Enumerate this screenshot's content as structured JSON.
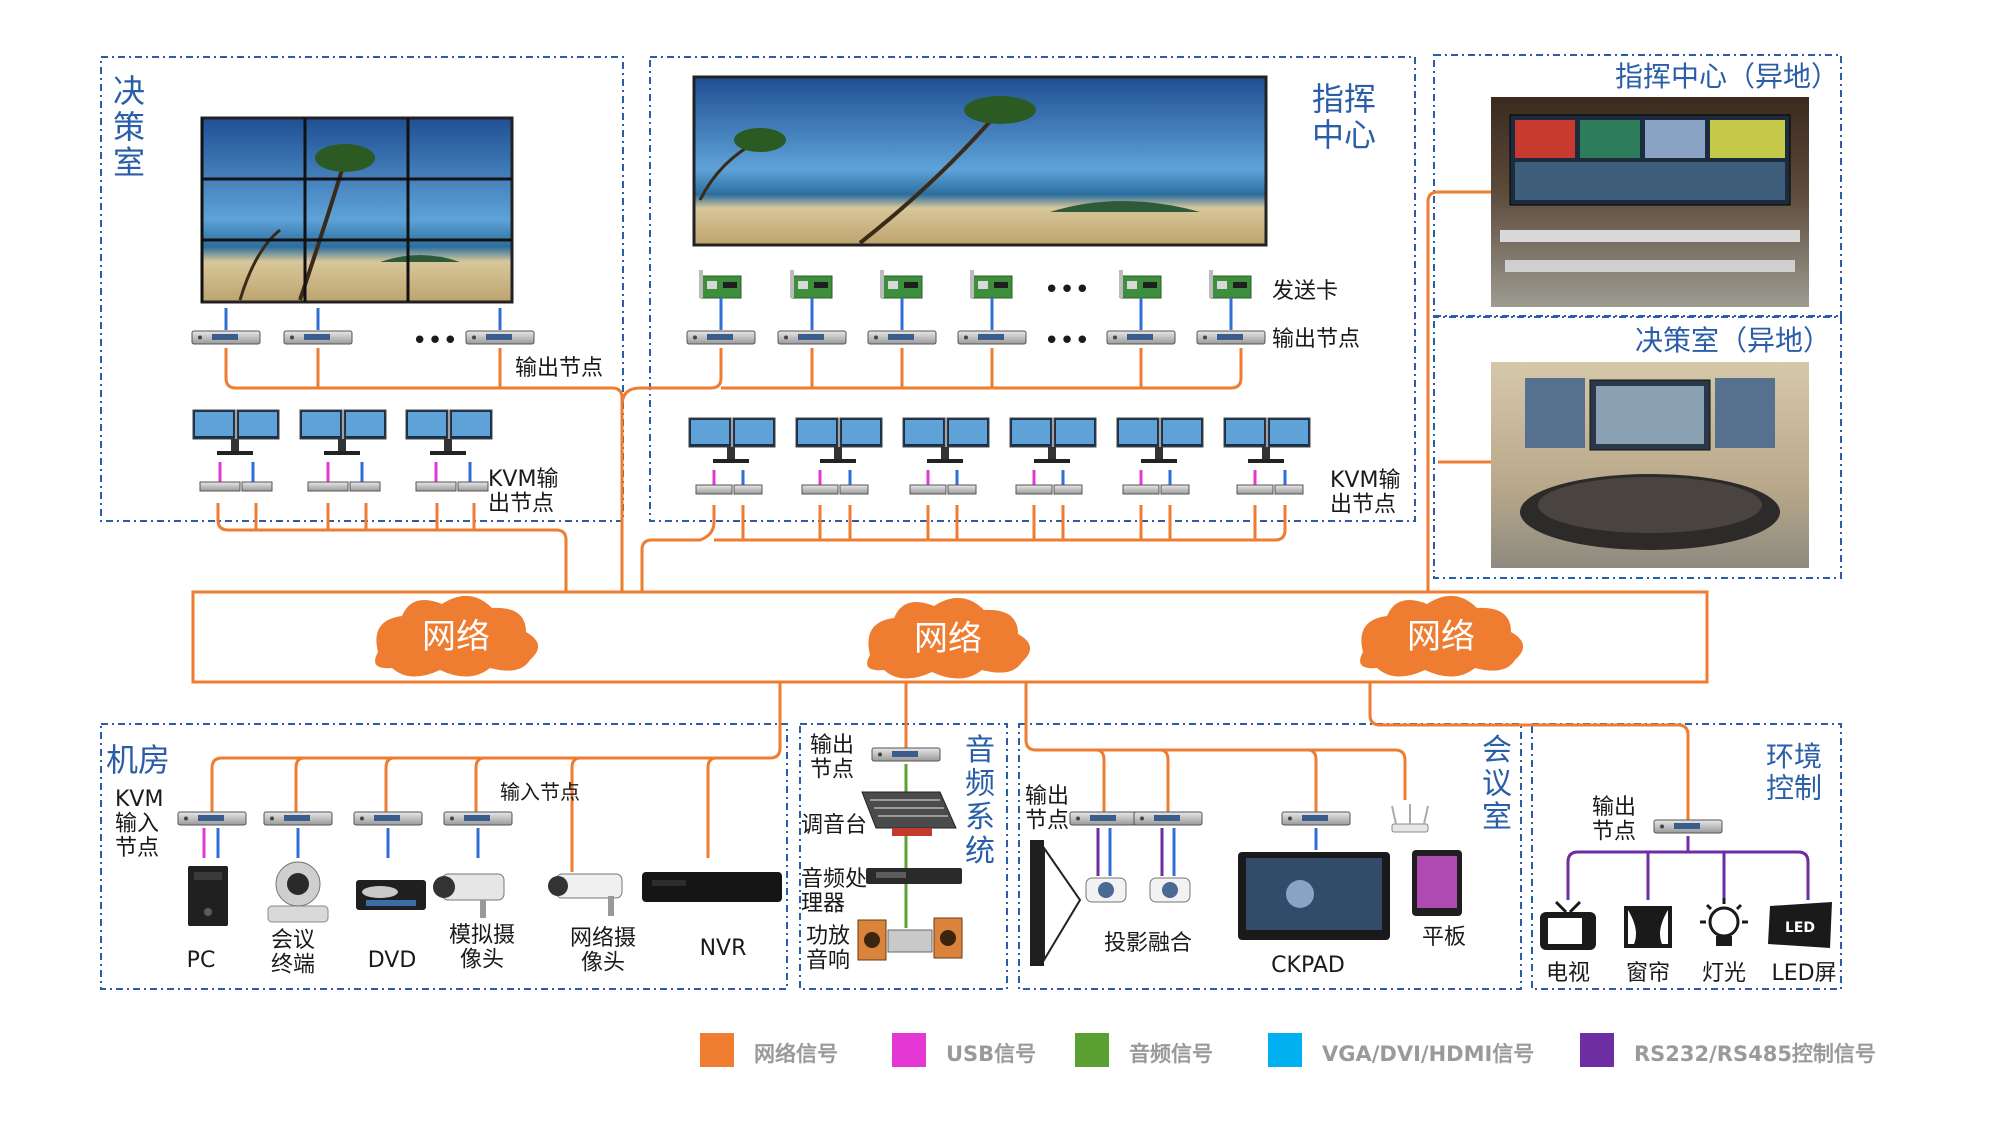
{
  "zones": {
    "decision_room": {
      "title": "决\n策\n室",
      "output_node_label": "输出节点",
      "kvm_output_label": "KVM输\n出节点",
      "ellipsis": "•••"
    },
    "command_center": {
      "title": "指挥\n中心",
      "sender_card_label": "发送卡",
      "output_node_label": "输出节点",
      "kvm_output_label": "KVM输\n出节点",
      "ellipsis": "•••"
    },
    "remote_command": {
      "title": "指挥中心（异地）"
    },
    "remote_decision": {
      "title": "决策室（异地）"
    },
    "machine_room": {
      "title": "机房",
      "kvm_input_label": "KVM\n输入\n节点",
      "input_node_label": "输入节点",
      "devices": [
        "PC",
        "会议\n终端",
        "DVD",
        "模拟摄\n像头",
        "网络摄\n像头",
        "NVR"
      ]
    },
    "audio_system": {
      "title": "音\n频\n系\n统",
      "output_node_label": "输出\n节点",
      "devices": [
        "调音台",
        "音频处\n理器",
        "功放\n音响"
      ]
    },
    "meeting_room": {
      "title": "会\n议\n室",
      "output_node_label": "输出\n节点",
      "devices": [
        "投影融合",
        "CKPAD",
        "平板"
      ]
    },
    "env_control": {
      "title": "环境\n控制",
      "output_node_label": "输出\n节点",
      "devices": [
        "电视",
        "窗帘",
        "灯光",
        "LED屏"
      ],
      "led_icon_text": "LED"
    }
  },
  "network": {
    "clouds": [
      "网络",
      "网络",
      "网络"
    ]
  },
  "legend": [
    {
      "label": "网络信号",
      "color": "#ee7d31"
    },
    {
      "label": "USB信号",
      "color": "#e338d3"
    },
    {
      "label": "音频信号",
      "color": "#5aa033"
    },
    {
      "label": "VGA/DVI/HDMI信号",
      "color": "#00b0f0"
    },
    {
      "label": "RS232/RS485控制信号",
      "color": "#6e2ea3"
    }
  ]
}
